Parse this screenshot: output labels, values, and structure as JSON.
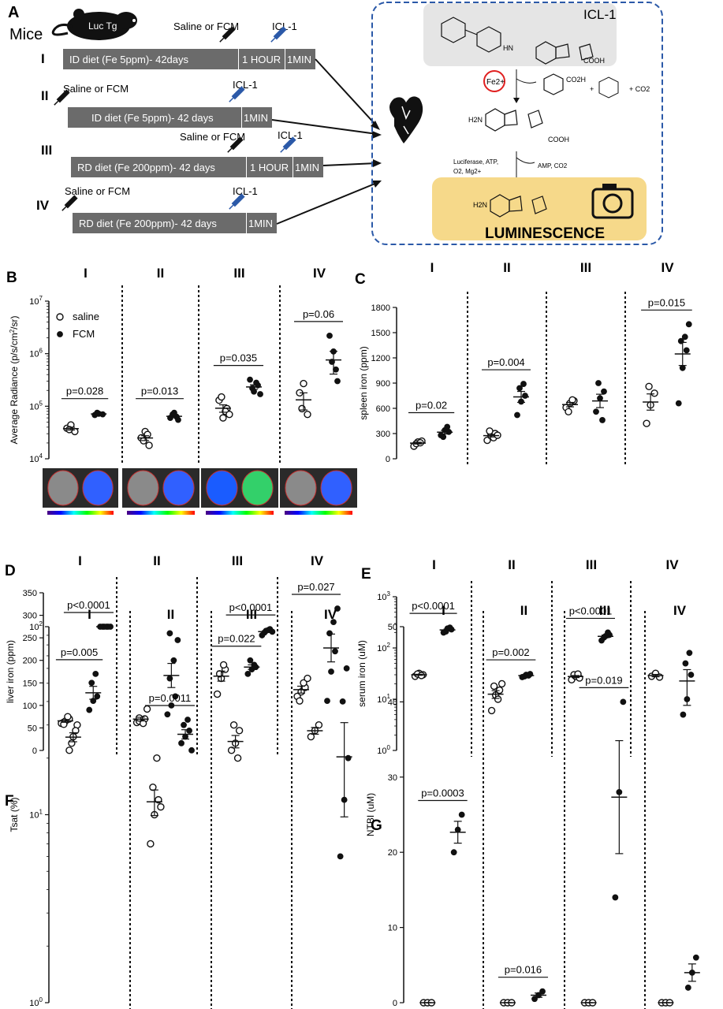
{
  "panelA": {
    "letter": "A",
    "mice_label": "Mice",
    "mouse_label": "Luc Tg",
    "rows": [
      {
        "roman": "I",
        "injection": "Saline or FCM",
        "probe": "ICL-1",
        "diet": "ID diet (Fe 5ppm)- 42days",
        "wait": "1 HOUR",
        "read": "1MIN"
      },
      {
        "roman": "II",
        "injection": "Saline or FCM",
        "probe": "ICL-1",
        "diet": "ID diet (Fe 5ppm)- 42 days",
        "wait": "",
        "read": "1MIN"
      },
      {
        "roman": "III",
        "injection": "Saline or FCM",
        "probe": "ICL-1",
        "diet": "RD diet (Fe 200ppm)- 42 days",
        "wait": "1 HOUR",
        "read": "1MIN"
      },
      {
        "roman": "IV",
        "injection": "Saline or FCM",
        "probe": "ICL-1",
        "diet": "RD diet (Fe 200ppm)- 42 days",
        "wait": "",
        "read": "1MIN"
      }
    ],
    "mechanism": {
      "probe_name": "ICL-1",
      "fe": "Fe2+",
      "co2h": "CO2H",
      "co2": "+ CO2",
      "plus": "+",
      "h2n": "H2N",
      "cooh": "COOH",
      "enzyme_line1": "Luciferase, ATP,",
      "enzyme_line2": "O2, Mg2+",
      "products": "AMP, CO2",
      "luminescence": "LUMINESCENCE"
    }
  },
  "chart_data": [
    {
      "panel": "B",
      "type": "scatter",
      "ylabel": "Average Radiance (p/s/cm2/sr)",
      "yscale": "log",
      "ylim": [
        10000,
        10000000
      ],
      "yticks": [
        "10^4",
        "10^5",
        "10^6",
        "10^7"
      ],
      "groups": [
        "I",
        "II",
        "III",
        "IV"
      ],
      "legend": {
        "saline": "saline",
        "fcm": "FCM"
      },
      "pvalues": [
        "p=0.028",
        "p=0.013",
        "p=0.035",
        "p=0.06"
      ],
      "saline": [
        [
          38000,
          44000,
          33000,
          36000
        ],
        [
          25000,
          33000,
          18000,
          22000,
          29000
        ],
        [
          130000,
          60000,
          90000,
          150000,
          80000,
          70000
        ],
        [
          180000,
          270000,
          70000,
          90000
        ]
      ],
      "fcm": [
        [
          68000,
          72000,
          70000,
          75000
        ],
        [
          60000,
          75000,
          55000,
          70000,
          63000
        ],
        [
          320000,
          190000,
          250000,
          220000,
          280000,
          170000
        ],
        [
          2200000,
          1100000,
          300000,
          700000,
          500000
        ]
      ]
    },
    {
      "panel": "C",
      "type": "scatter",
      "ylabel": "spleen iron (ppm)",
      "ylim": [
        0,
        1800
      ],
      "yticks": [
        "0",
        "300",
        "600",
        "900",
        "1200",
        "1500",
        "1800"
      ],
      "groups": [
        "I",
        "II",
        "III",
        "IV"
      ],
      "pvalues": [
        "p=0.02",
        "p=0.004",
        "",
        "p=0.015"
      ],
      "saline": [
        [
          150,
          200,
          210,
          180,
          190
        ],
        [
          220,
          270,
          300,
          330,
          250,
          280
        ],
        [
          610,
          660,
          690,
          560,
          700
        ],
        [
          420,
          640,
          780,
          860
        ]
      ],
      "fcm": [
        [
          280,
          340,
          320,
          260,
          380
        ],
        [
          520,
          680,
          750,
          840,
          890
        ],
        [
          560,
          720,
          800,
          900,
          460
        ],
        [
          660,
          1080,
          1290,
          1400,
          1450,
          1600
        ]
      ]
    },
    {
      "panel": "D",
      "type": "scatter",
      "ylabel": "liver iron (ppm)",
      "ylim": [
        0,
        350
      ],
      "yticks": [
        "0",
        "50",
        "100",
        "150",
        "200",
        "250",
        "300",
        "350"
      ],
      "groups": [
        "I",
        "II",
        "III",
        "IV"
      ],
      "pvalues": [
        "p=0.005",
        "",
        "p=0.022",
        "p=0.027"
      ],
      "saline": [
        [
          60,
          65,
          70,
          58,
          75
        ],
        [
          62,
          66,
          70,
          65,
          60,
          92,
          72
        ],
        [
          125,
          160,
          180,
          170,
          190
        ],
        [
          120,
          130,
          140,
          110,
          150,
          160
        ]
      ],
      "fcm": [
        [
          90,
          110,
          120,
          150,
          170
        ],
        [
          80,
          100,
          120,
          160,
          200,
          245,
          260
        ],
        [
          170,
          180,
          185,
          200,
          190
        ],
        [
          110,
          175,
          220,
          260,
          285,
          315
        ]
      ]
    },
    {
      "panel": "E",
      "type": "scatter",
      "ylabel": "serum iron (uM)",
      "yscale": "log",
      "ylim": [
        1,
        1000
      ],
      "yticks": [
        "10^0",
        "10^1",
        "10^2",
        "10^3"
      ],
      "groups": [
        "I",
        "II",
        "III",
        "IV"
      ],
      "pvalues": [
        "p<0.0001",
        "p=0.002",
        "p<0.0001",
        ""
      ],
      "saline": [
        [
          28,
          32,
          30,
          31,
          29
        ],
        [
          6,
          12,
          15,
          18,
          10,
          20
        ],
        [
          24,
          28,
          26,
          30,
          31
        ],
        [
          28,
          32,
          27
        ]
      ],
      "fcm": [
        [
          200,
          240,
          230,
          210,
          250
        ],
        [
          27,
          30,
          31,
          28,
          29
        ],
        [
          140,
          170,
          180,
          160,
          200
        ],
        [
          5,
          10,
          30,
          50,
          80
        ]
      ]
    },
    {
      "panel": "F",
      "type": "scatter",
      "ylabel": "Tsat (%)",
      "yscale": "log",
      "ylim": [
        1,
        100
      ],
      "yticks": [
        "10^0",
        "10^1",
        "10^2"
      ],
      "groups": [
        "I",
        "II",
        "III",
        "IV"
      ],
      "pvalues": [
        "p<0.0001",
        "p=0.0011",
        "p<0.0001",
        ""
      ],
      "saline": [
        [
          22,
          26,
          30,
          24,
          28
        ],
        [
          7,
          10,
          12,
          14,
          20,
          11
        ],
        [
          22,
          24,
          28,
          30,
          20
        ],
        [
          26,
          28,
          30
        ]
      ],
      "fcm": [
        [
          100,
          100,
          100,
          100,
          100,
          100
        ],
        [
          24,
          26,
          28,
          30,
          32,
          22
        ],
        [
          90,
          95,
          97,
          93,
          96,
          94
        ],
        [
          6,
          12,
          20,
          40,
          60
        ]
      ]
    },
    {
      "panel": "G",
      "type": "scatter",
      "ylabel": "NTBI (uM)",
      "ylim": [
        0,
        50
      ],
      "yticks": [
        "0",
        "10",
        "20",
        "30",
        "40",
        "50"
      ],
      "groups": [
        "I",
        "II",
        "III",
        "IV"
      ],
      "pvalues": [
        "p=0.0003",
        "p=0.016",
        "p=0.019",
        ""
      ],
      "saline": [
        [
          0,
          0,
          0
        ],
        [
          0,
          0,
          0
        ],
        [
          0,
          0,
          0
        ],
        [
          0,
          0,
          0
        ]
      ],
      "fcm": [
        [
          20,
          23,
          25
        ],
        [
          0.5,
          1,
          1.5
        ],
        [
          14,
          28,
          40
        ],
        [
          2,
          4,
          6
        ]
      ]
    }
  ]
}
